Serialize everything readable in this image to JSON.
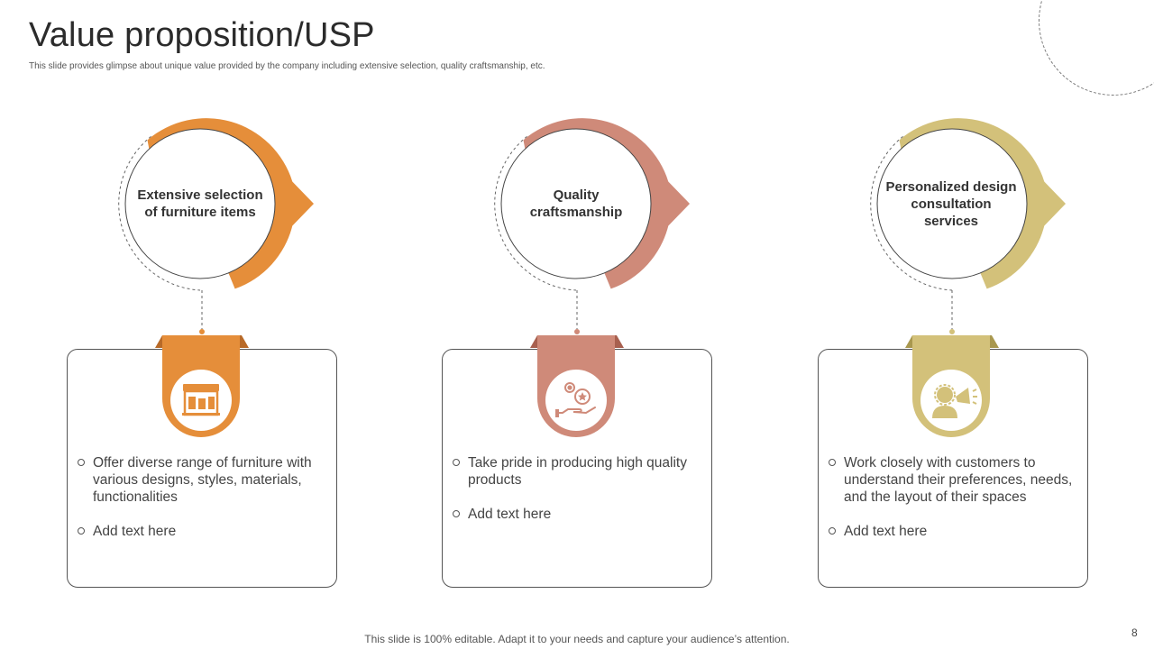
{
  "slide": {
    "title": "Value proposition/USP",
    "subtitle": "This slide provides glimpse about unique value provided by the company including extensive selection, quality craftsmanship, etc.",
    "footer": "This slide is 100% editable. Adapt it to your needs and capture your audience’s attention.",
    "page_number": "8"
  },
  "columns": [
    {
      "heading": "Extensive selection of furniture items",
      "icon": "furniture-store-icon",
      "color": "#E58E3A",
      "bullets": [
        "Offer diverse range of furniture with various designs, styles, materials, functionalities",
        "Add text here"
      ]
    },
    {
      "heading": "Quality craftsmanship",
      "icon": "quality-gears-hand-icon",
      "color": "#CF8A79",
      "bullets": [
        "Take pride in producing high quality products",
        "Add text here"
      ]
    },
    {
      "heading": "Personalized design consultation services",
      "icon": "consultant-megaphone-icon",
      "color": "#D3C17A",
      "bullets": [
        "Work closely with customers to understand their preferences, needs, and the layout of their spaces",
        "Add text here"
      ]
    }
  ]
}
